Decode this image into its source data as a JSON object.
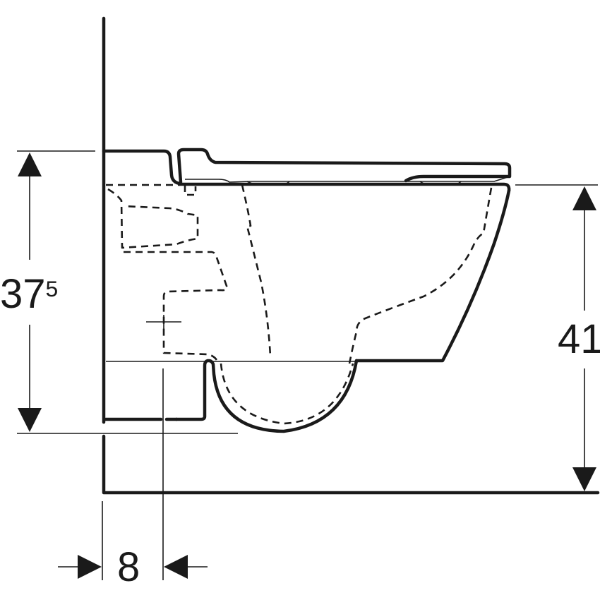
{
  "drawing": {
    "subject": "Wall-hung WC side view with seat, dimension drawing",
    "line_color": "#1a1a1a",
    "background": "#ffffff"
  },
  "dimensions": {
    "seat_height_from_outlet": {
      "main": "37",
      "superscript": "5"
    },
    "rim_height_from_floor": {
      "value": "41"
    },
    "outlet_offset_from_wall": {
      "value": "8"
    }
  }
}
